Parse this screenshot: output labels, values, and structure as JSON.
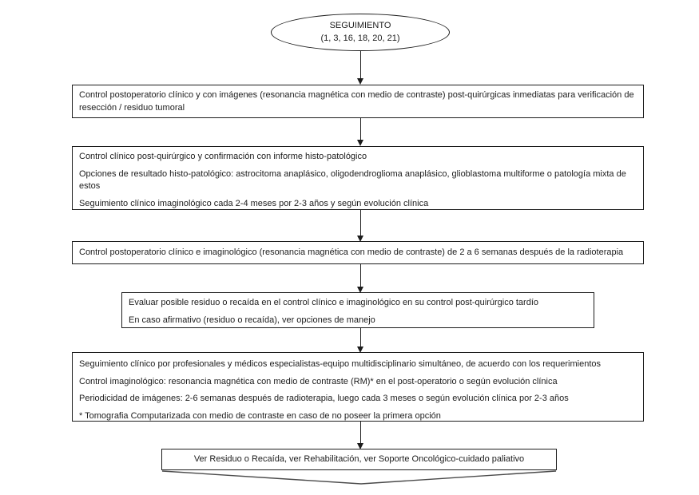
{
  "flowchart": {
    "start": {
      "title": "SEGUIMIENTO",
      "subtitle": "(1, 3, 16, 18, 20, 21)"
    },
    "steps": [
      {
        "name": "control-postoperatorio-imagenes",
        "lines": [
          "Control postoperatorio clínico y con imágenes (resonancia magnética con medio de contraste) post-quirúrgicas inmediatas para verificación de resección / residuo tumoral"
        ]
      },
      {
        "name": "control-histopatologico",
        "lines": [
          "Control clínico post-quirúrgico y confirmación con informe histo-patológico",
          "Opciones de resultado histo-patológico: astrocitoma anaplásico, oligodendroglioma anaplásico, glioblastoma multiforme o patología mixta de estos",
          "Seguimiento clínico imaginológico cada 2-4 meses por 2-3 años y según evolución clínica"
        ]
      },
      {
        "name": "control-post-radioterapia",
        "lines": [
          "Control postoperatorio clínico e imaginológico (resonancia magnética con medio de contraste) de 2 a 6 semanas después de la radioterapia"
        ]
      },
      {
        "name": "evaluar-residuo-recaida",
        "lines": [
          "Evaluar posible residuo o recaída en el control clínico e imaginológico en su control post-quirúrgico tardío",
          "En caso afirmativo (residuo o recaída), ver opciones de manejo"
        ]
      },
      {
        "name": "seguimiento-multidisciplinario",
        "lines": [
          "Seguimiento clínico por profesionales y médicos especialistas-equipo multidisciplinario simultáneo, de acuerdo con los requerimientos",
          "Control imaginológico: resonancia magnética con medio de contraste (RM)* en el post-operatorio o según evolución clínica",
          "Periodicidad de imágenes: 2-6 semanas después de radioterapia, luego cada 3 meses o según evolución clínica por 2-3 años",
          "* Tomografia Computarizada con medio de contraste en caso de no poseer la primera opción"
        ]
      },
      {
        "name": "referencias-finales",
        "lines": [
          "Ver Residuo o Recaída, ver Rehabilitación, ver Soporte Oncológico-cuidado paliativo"
        ]
      }
    ],
    "colors": {
      "line": "#1c1c1c",
      "background": "#ffffff",
      "banner": "#4a4a4a"
    }
  }
}
